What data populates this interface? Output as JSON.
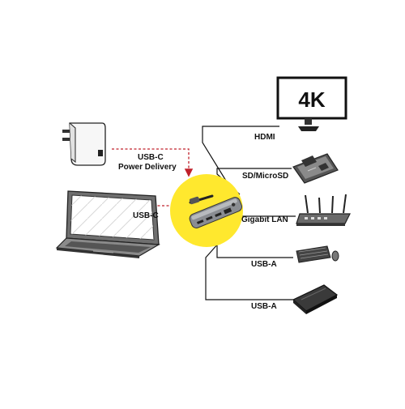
{
  "colors": {
    "hub_circle": "#ffe82e",
    "arrow_red": "#c0202a",
    "line": "#111111",
    "text": "#111111"
  },
  "monitor": {
    "resolution_text": "4K"
  },
  "hub": {
    "icon": "usb-c-hub-icon"
  },
  "upstream": {
    "power": {
      "label_line1": "USB-C",
      "label_line2": "Power Delivery",
      "icon": "power-adapter-icon"
    },
    "laptop": {
      "label": "USB-C",
      "icon": "laptop-icon"
    }
  },
  "outputs": [
    {
      "label": "HDMI",
      "icon": "monitor-icon"
    },
    {
      "label": "SD/MicroSD",
      "icon": "sd-card-icon"
    },
    {
      "label": "Gigabit LAN",
      "icon": "router-icon"
    },
    {
      "label": "USB-A",
      "icon": "keyboard-mouse-icon"
    },
    {
      "label": "USB-A",
      "icon": "external-drive-icon"
    }
  ]
}
